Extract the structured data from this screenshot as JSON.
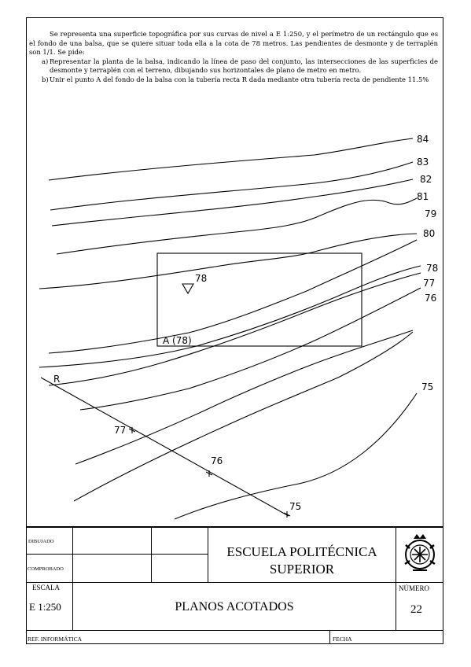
{
  "statement": {
    "intro": "Se representa una superficie topográfica por sus curvas de nivel a E 1:250, y el perímetro de un rectángulo que es el fondo de una balsa, que se quiere situar toda ella a la cota de 78 metros. Las pendientes de desmonte y de terraplén son 1/1. Se pide:",
    "item_a_mark": "a)",
    "item_a": "Representar la planta de la balsa, indicando la línea de paso del conjunto, las intersecciones de las superficies de desmonte y terraplén con el terreno, dibujando sus horizontales de plano de metro en metro.",
    "item_b_mark": "b)",
    "item_b": "Unir el punto A del fondo de la balsa con la tubería recta R dada mediante otra tubería recta de pendiente 11.5%"
  },
  "drawing": {
    "contour_labels": [
      "84",
      "83",
      "82",
      "81",
      "79",
      "80",
      "78",
      "77",
      "76",
      "75"
    ],
    "point_label": "78",
    "rect_label": "A (78)",
    "pipe_label": "R",
    "pipe_marks": [
      "77",
      "76",
      "75"
    ]
  },
  "title_block": {
    "dibujado": "DIBUJADO",
    "comprobado": "COMPROBADO",
    "school": "ESCUELA POLITÉCNICA SUPERIOR",
    "escala_label": "ESCALA",
    "escala_value": "E 1:250",
    "subject": "PLANOS ACOTADOS",
    "numero_label": "NÚMERO",
    "numero_value": "22",
    "ref": "REF. INFORMÁTICA",
    "fecha": "FECHA"
  }
}
